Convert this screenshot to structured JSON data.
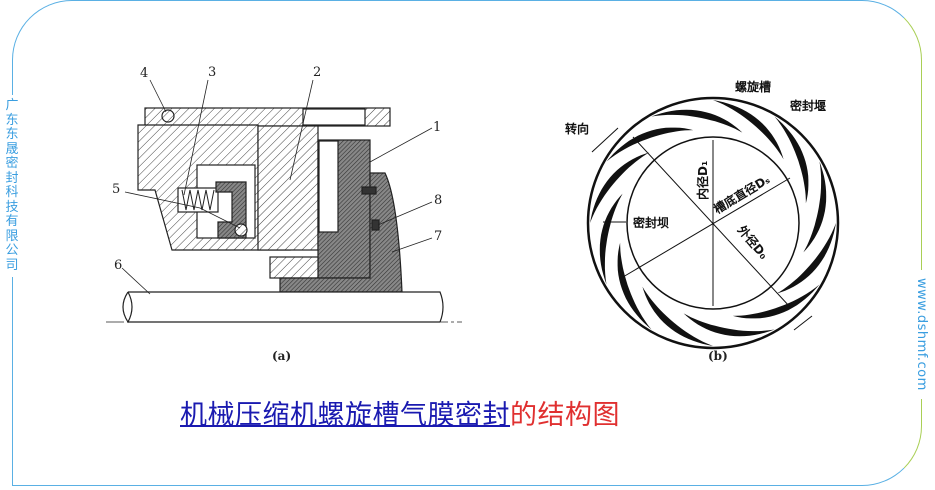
{
  "branding": {
    "company": "广东东晟密封科技有限公司",
    "website": "www.dshmf.com"
  },
  "figure_a": {
    "caption": "(a)",
    "part_numbers": [
      "1",
      "2",
      "3",
      "4",
      "5",
      "6",
      "7",
      "8"
    ]
  },
  "figure_b": {
    "caption": "(b)",
    "labels": {
      "spiral_groove": "螺旋槽",
      "seal_weir": "密封堰",
      "rotation": "转向",
      "inner_diameter": "内径D₁",
      "groove_root_diameter": "槽底直径Dₛ",
      "seal_dam": "密封坝",
      "outer_diameter": "外径D₀"
    }
  },
  "title": {
    "linked_part": "机械压缩机螺旋槽气膜密封",
    "rest": "的结构图"
  },
  "colors": {
    "frame": "#5ab0e4",
    "frame_right": "#a9cf55",
    "title_link": "#1a1ab0",
    "title_rest": "#e03030",
    "side_text": "#3a9ee0"
  }
}
